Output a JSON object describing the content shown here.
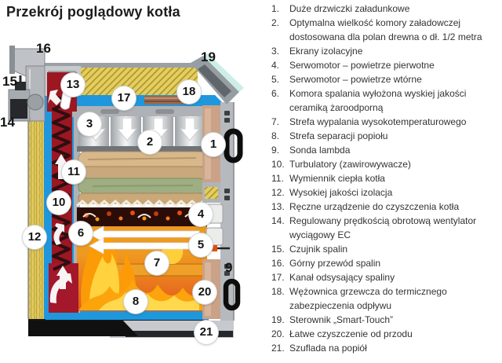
{
  "title": "Przekrój poglądowy kotła",
  "legend": {
    "items": [
      {
        "num": "1.",
        "text": "Duże drzwiczki załadunkowe"
      },
      {
        "num": "2.",
        "text": "Optymalna wielkość komory załadowczej\ndostosowana dla polan drewna o dł. 1/2 metra"
      },
      {
        "num": "3.",
        "text": "Ekrany izolacyjne"
      },
      {
        "num": "4.",
        "text": "Serwomotor – powietrze pierwotne"
      },
      {
        "num": "5.",
        "text": "Serwomotor – powietrze wtórne"
      },
      {
        "num": "6.",
        "text": "Komora spalania wyłożona wyskiej jakości\nceramiką żaroodporną"
      },
      {
        "num": "7.",
        "text": "Strefa wypalania wysokotemperaturowego"
      },
      {
        "num": "8.",
        "text": "Strefa separacji popiołu"
      },
      {
        "num": "9.",
        "text": "Sonda lambda"
      },
      {
        "num": "10.",
        "text": "Turbulatory (zawirowywacze)"
      },
      {
        "num": "11.",
        "text": "Wymiennik ciepła kotła"
      },
      {
        "num": "12.",
        "text": "Wysokiej jakości izolacja"
      },
      {
        "num": "13.",
        "text": "Ręczne urządzenie do czyszczenia kotła"
      },
      {
        "num": "14.",
        "text": "Regulowany prędkością obrotową wentylator\nwyciągowy EC"
      },
      {
        "num": "15.",
        "text": "Czujnik spalin"
      },
      {
        "num": "16.",
        "text": "Górny przewód spalin"
      },
      {
        "num": "17.",
        "text": "Kanał odsysający spaliny"
      },
      {
        "num": "18.",
        "text": "Wężownica grzewcza do termicznego\nzabezpieczenia odpływu"
      },
      {
        "num": "19.",
        "text": "Sterownik „Smart-Touch”"
      },
      {
        "num": "20.",
        "text": "Łatwe czyszczenie od przodu"
      },
      {
        "num": "21.",
        "text": "Szuflada na popiół"
      }
    ]
  },
  "diagram": {
    "markers": {
      "c1": "1",
      "c2": "2",
      "c3": "3",
      "c4": "4",
      "c5": "5",
      "c6": "6",
      "c7": "7",
      "c8": "8",
      "c10": "10",
      "c11": "11",
      "c12": "12",
      "c13": "13",
      "c17": "17",
      "c18": "18",
      "c20": "20",
      "c21": "21",
      "t9": "9",
      "t14": "14",
      "t15": "15",
      "t16": "16",
      "t19": "19"
    }
  },
  "colors": {
    "insulation_yellow": "#e4ce5e",
    "insulation_hatch": "#ab9231",
    "water_blue": "#1f97dc",
    "heat_exchanger_red": "#9c1722",
    "flame_orange": "#fb9b07",
    "flame_yellow": "#ffd23e",
    "combustion_lining": "#e2581c",
    "ember_dark": "#2a0d07",
    "metal_gray": "#b4b8bc",
    "door_tan": "#c9a287",
    "smart_touch_teal": "#cdeee6",
    "marker_bg": "#ffffff",
    "text_dark": "#333333"
  }
}
